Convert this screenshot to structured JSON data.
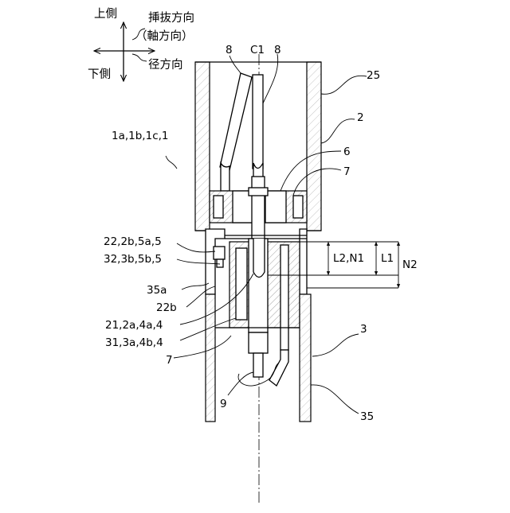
{
  "direction_legend": {
    "up": "上側",
    "down": "下側",
    "insert_direction": "挿抜方向",
    "axial_direction": "（軸方向）",
    "radial_direction": "径方向"
  },
  "labels": {
    "c1": "C1",
    "ref_8_left": "8",
    "ref_8_right": "8",
    "ref_25": "25",
    "ref_2": "2",
    "ref_assembly": "1a,1b,1c,1",
    "ref_6": "6",
    "ref_7_upper": "7",
    "ref_22_group": "22,2b,5a,5",
    "ref_32_group": "32,3b,5b,5",
    "ref_35a": "35a",
    "ref_22b": "22b",
    "ref_21_group": "21,2a,4a,4",
    "ref_31_group": "31,3a,4b,4",
    "ref_7_lower": "7",
    "ref_3": "3",
    "ref_9": "9",
    "ref_35": "35",
    "dim_l2_n1": "L2,N1",
    "dim_l1": "L1",
    "dim_n2": "N2"
  }
}
